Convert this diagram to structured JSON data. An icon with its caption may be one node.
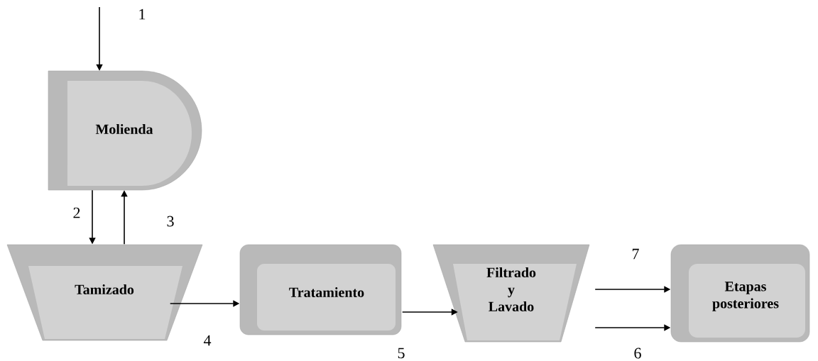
{
  "diagram": {
    "nodes": [
      {
        "text": [
          "Molienda"
        ]
      },
      {
        "text": [
          "Tamizado"
        ]
      },
      {
        "text": [
          "Tratamiento"
        ]
      },
      {
        "text": [
          "Filtrado y Lavado"
        ]
      },
      {
        "text": [
          "Etapas posteriores"
        ]
      }
    ],
    "edges": [
      {
        "from": null,
        "to": 0,
        "arrow": "to",
        "label": "1"
      },
      {
        "from": 0,
        "to": 1,
        "arrow": "to",
        "label": "2"
      },
      {
        "from": 1,
        "to": 0,
        "arrow": "to",
        "label": "3"
      },
      {
        "from": 1,
        "to": 2,
        "arrow": "to",
        "label": "4"
      },
      {
        "from": 2,
        "to": 3,
        "arrow": "to",
        "label": "5"
      },
      {
        "from": 3,
        "to": 4,
        "arrow": "to",
        "label": "7"
      },
      {
        "from": 3,
        "to": 4,
        "arrow": "to",
        "label": "6"
      }
    ]
  }
}
